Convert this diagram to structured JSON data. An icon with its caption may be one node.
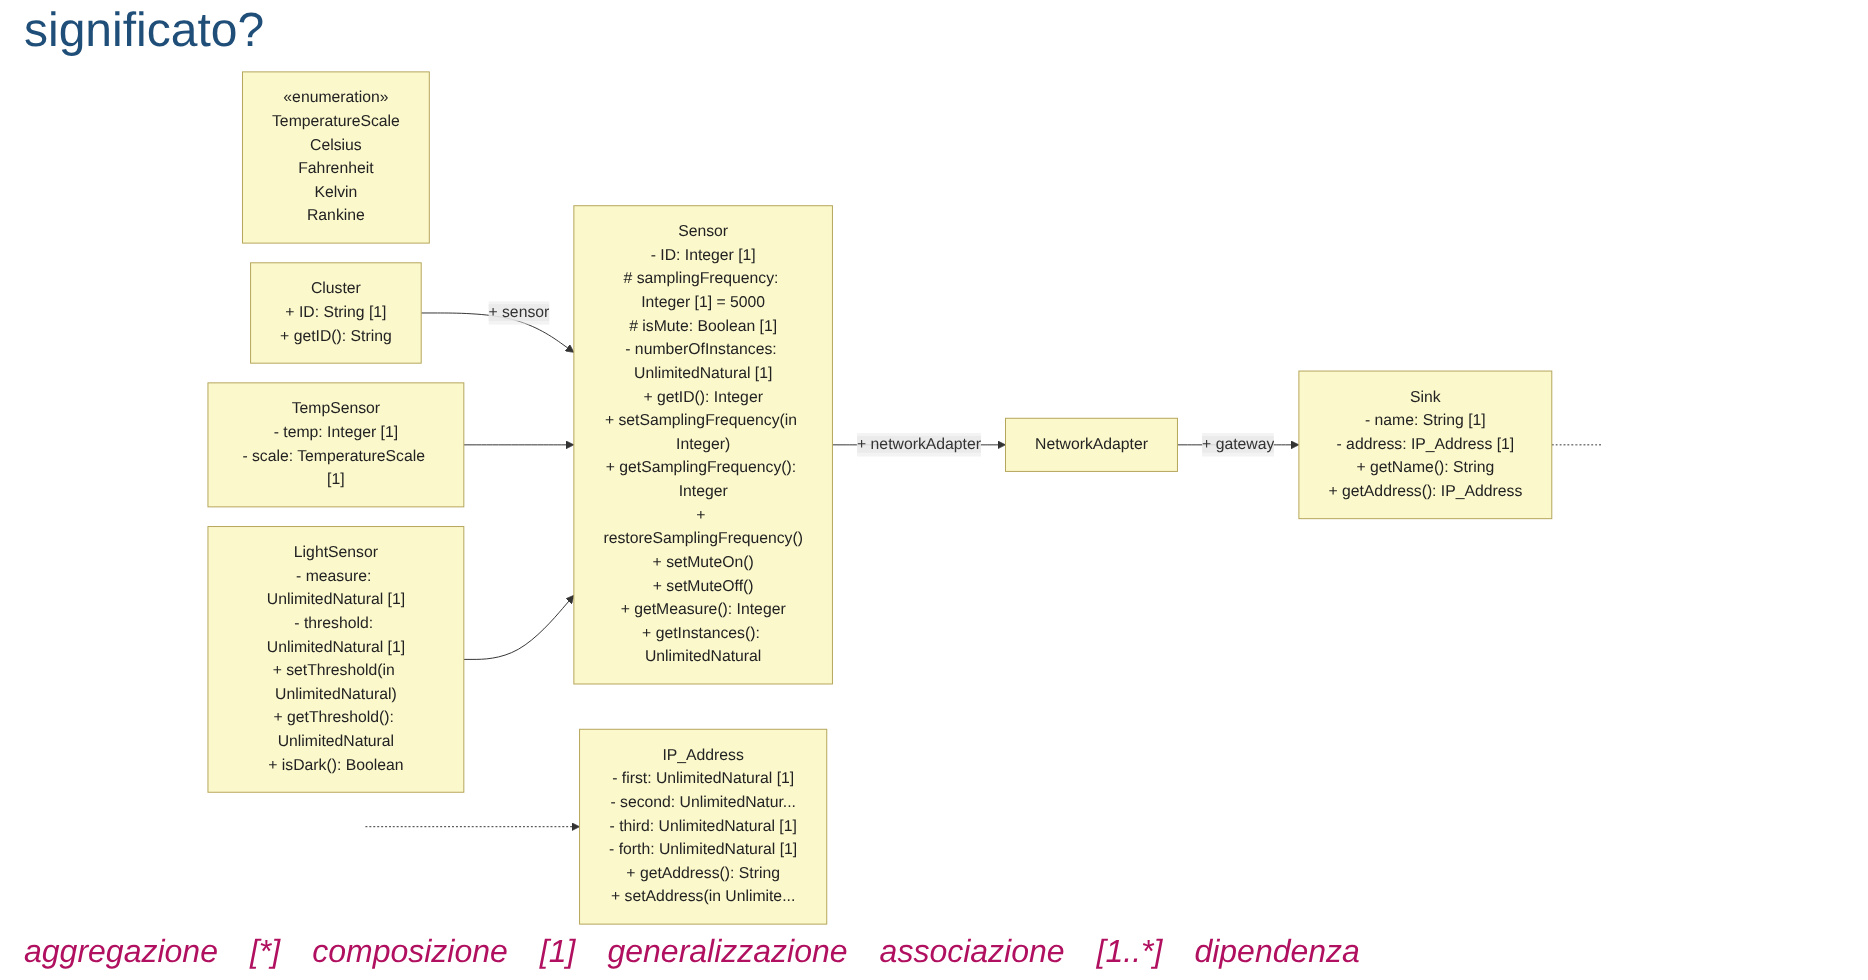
{
  "diagram": {
    "title": "significato?",
    "nodes": [
      {
        "text": [
          "«enumeration»",
          "TemperatureScale",
          "Celsius",
          "Fahrenheit",
          "Kelvin",
          "Rankine"
        ]
      },
      {
        "text": [
          "Sensor",
          "- ID: Integer [1]",
          "# samplingFrequency: Integer [1] = 5000",
          "# isMute: Boolean [1]",
          "- numberOfInstances: UnlimitedNatural [1]",
          "+ getID(): Integer",
          "+ setSamplingFrequency(in Integer)",
          "+ getSamplingFrequency(): Integer",
          "+ restoreSamplingFrequency()",
          "+ setMuteOn()",
          "+ setMuteOff()",
          "+ getMeasure(): Integer",
          "+ getInstances(): UnlimitedNatural"
        ]
      },
      {
        "text": [
          "Cluster",
          "+ ID: String [1]",
          "+ getID(): String"
        ]
      },
      {
        "text": [
          "NetworkAdapter"
        ]
      },
      {
        "text": [
          "IP_Address",
          "- first: UnlimitedNatural [1]",
          "- second: UnlimitedNatur...",
          "- third: UnlimitedNatural [1]",
          "- forth: UnlimitedNatural [1]",
          "+ getAddress(): String",
          "+ setAddress(in Unlimite..."
        ]
      },
      {
        "text": [
          "TempSensor",
          "- temp: Integer [1]",
          "- scale: TemperatureScale [1]"
        ]
      },
      {
        "text": [
          "LightSensor",
          "- measure: UnlimitedNatural [1]",
          "- threshold: UnlimitedNatural [1]",
          "+ setThreshold(in UnlimitedNatural)",
          "+ getThreshold(): UnlimitedNatural",
          "+ isDark(): Boolean"
        ]
      },
      {
        "text": [
          "Sink",
          "- name: String [1]",
          "- address: IP_Address [1]",
          "+ getName(): String",
          "+ getAddress(): IP_Address"
        ]
      }
    ],
    "edges": [
      {
        "from": 2,
        "to": 1,
        "arrow": "to",
        "label": "+ sensor"
      },
      {
        "from": 1,
        "to": 3,
        "arrow": "to",
        "label": "+ networkAdapter"
      },
      {
        "from": 3,
        "to": 7,
        "arrow": "to",
        "label": "+ gateway"
      },
      {
        "from": 5,
        "to": 1,
        "arrow": "to"
      },
      {
        "from": 6,
        "to": 1,
        "arrow": "to"
      },
      {
        "from": null,
        "to": 4,
        "arrow": "to",
        "style": "dashed"
      },
      {
        "from": 7,
        "to": null,
        "arrow": "none",
        "style": "dashed"
      }
    ],
    "labels": [
      "aggregazione",
      "[*]",
      "composizione",
      "[1]",
      "generalizzazione",
      "associazione",
      "[1..*]",
      "dipendenza"
    ]
  }
}
